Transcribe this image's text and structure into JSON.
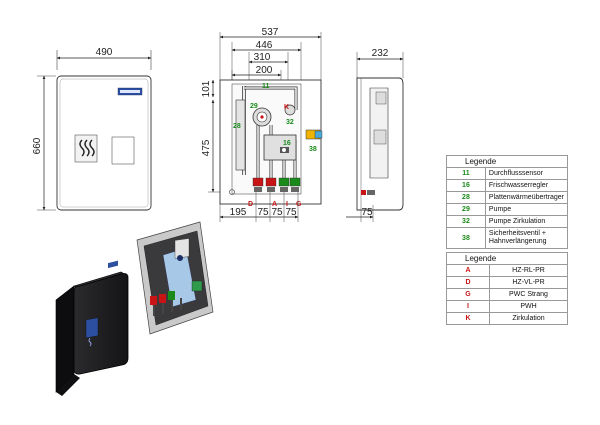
{
  "front_view": {
    "dim_width": "490",
    "dim_height": "660"
  },
  "hydraulic_view": {
    "dim_total_width": "537",
    "dim_446": "446",
    "dim_310": "310",
    "dim_200": "200",
    "dim_top_101": "101",
    "dim_475": "475",
    "dim_bottom": [
      "195",
      "75",
      "75",
      "75"
    ],
    "labels": {
      "n11": "11",
      "n29": "29",
      "n28": "28",
      "k": "K",
      "n16": "16",
      "n32": "32",
      "n38": "38",
      "d": "D",
      "a": "A",
      "i": "I",
      "g": "G"
    }
  },
  "side_view": {
    "dim_depth": "232",
    "dim_bottom": "75"
  },
  "legend_green": {
    "title": "Legende",
    "rows": [
      {
        "code": "11",
        "desc": "Durchflusssensor"
      },
      {
        "code": "16",
        "desc": "Frischwasserregler"
      },
      {
        "code": "28",
        "desc": "Plattenwärmeübertrager"
      },
      {
        "code": "29",
        "desc": "Pumpe"
      },
      {
        "code": "32",
        "desc": "Pumpe Zirkulation"
      },
      {
        "code": "38",
        "desc": "Sicherheitsventil + Hahnverlängerung"
      }
    ]
  },
  "legend_red": {
    "title": "Legende",
    "rows": [
      {
        "code": "A",
        "desc": "HZ-RL-PR"
      },
      {
        "code": "D",
        "desc": "HZ-VL-PR"
      },
      {
        "code": "G",
        "desc": "PWC Strang"
      },
      {
        "code": "I",
        "desc": "PWH"
      },
      {
        "code": "K",
        "desc": "Zirkulation"
      }
    ]
  },
  "colors": {
    "green": "#1a8a1a",
    "red": "#c81414",
    "cabinet": "#1c1c1e",
    "badge": "#2d4fa0"
  },
  "icons": {
    "front_logo": "wave-logo-icon",
    "brand_badge": "brand-badge-icon"
  }
}
